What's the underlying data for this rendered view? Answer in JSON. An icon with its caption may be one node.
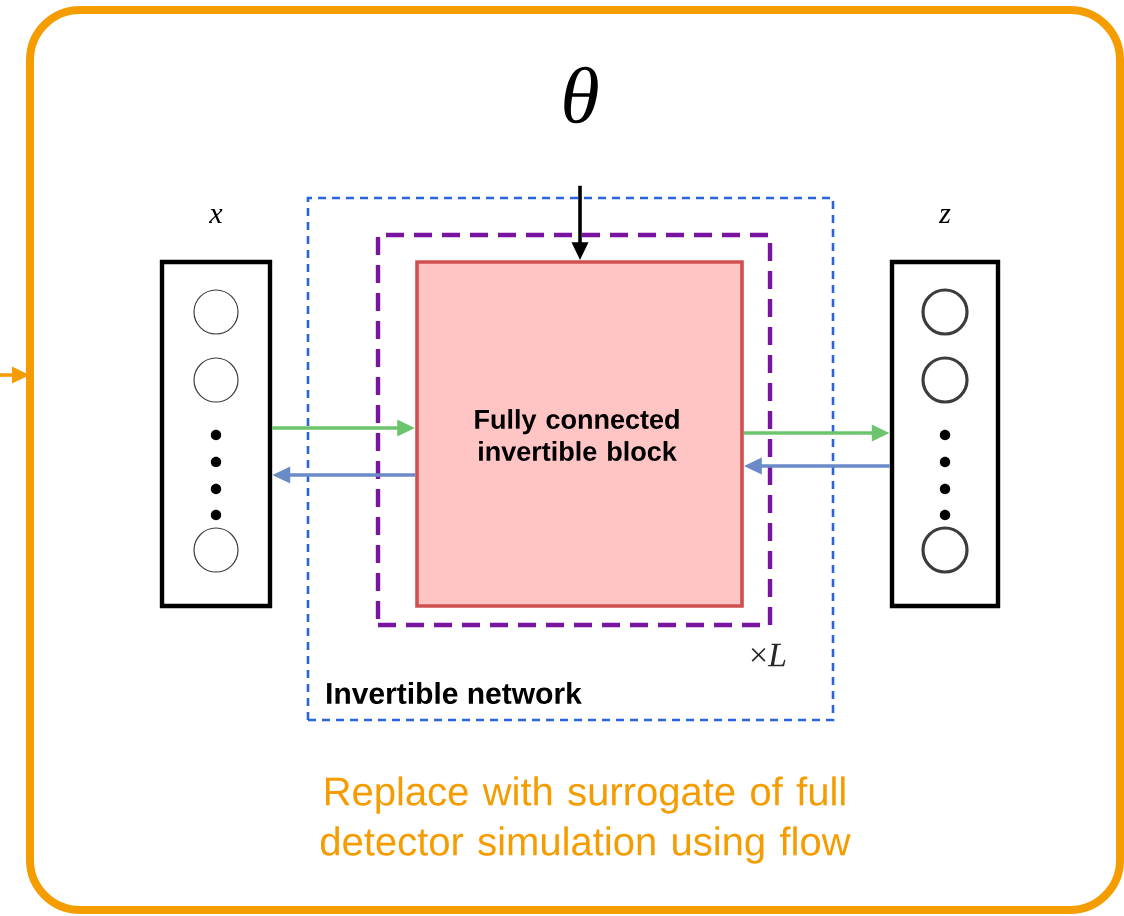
{
  "diagram": {
    "nodes": [
      {
        "text": [
          "Replace with surrogate of full detector simulation using flow"
        ]
      },
      {
        "text": [
          "θ"
        ],
        "in": 0
      },
      {
        "text": [
          "Invertible network"
        ],
        "in": 0
      },
      {
        "text": [],
        "shape": "box",
        "beside": [
          "×*L*"
        ],
        "in": 2
      },
      {
        "text": [
          "Fully connected invertible block"
        ],
        "in": 3
      },
      {
        "text": [
          "x"
        ],
        "in": 0
      },
      {
        "text": [
          "z"
        ],
        "in": 0
      }
    ],
    "edges": [
      {
        "from": null,
        "to": 0,
        "arrow": "to",
        "color": "#f59c00"
      },
      {
        "from": 1,
        "to": 4,
        "arrow": "to",
        "color": "#000000"
      },
      {
        "from": 5,
        "to": 4,
        "arrow": "to",
        "color": "#6cc46c"
      },
      {
        "from": 4,
        "to": 5,
        "arrow": "to",
        "color": "#6a8ac8"
      },
      {
        "from": 4,
        "to": 6,
        "arrow": "to",
        "color": "#6cc46c"
      },
      {
        "from": 6,
        "to": 4,
        "arrow": "to",
        "color": "#6a8ac8"
      }
    ]
  }
}
